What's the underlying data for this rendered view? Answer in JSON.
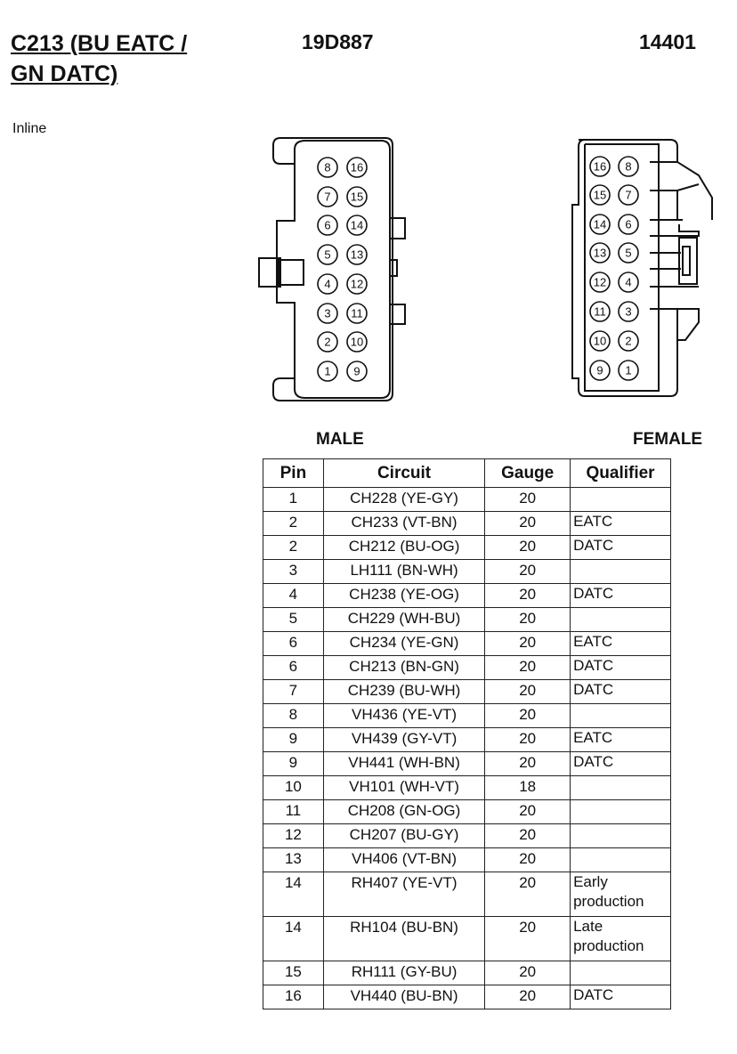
{
  "connector": {
    "title": "C213 (BU EATC / GN DATC)",
    "type": "Inline",
    "part_number_1": "19D887",
    "part_number_2": "14401"
  },
  "views": {
    "male_label": "MALE",
    "female_label": "FEMALE",
    "male_pins": [
      [
        "8",
        "16"
      ],
      [
        "7",
        "15"
      ],
      [
        "6",
        "14"
      ],
      [
        "5",
        "13"
      ],
      [
        "4",
        "12"
      ],
      [
        "3",
        "11"
      ],
      [
        "2",
        "10"
      ],
      [
        "1",
        "9"
      ]
    ],
    "female_pins": [
      [
        "16",
        "8"
      ],
      [
        "15",
        "7"
      ],
      [
        "14",
        "6"
      ],
      [
        "13",
        "5"
      ],
      [
        "12",
        "4"
      ],
      [
        "11",
        "3"
      ],
      [
        "10",
        "2"
      ],
      [
        "9",
        "1"
      ]
    ]
  },
  "table": {
    "headers": [
      "Pin",
      "Circuit",
      "Gauge",
      "Qualifier"
    ],
    "rows": [
      {
        "pin": "1",
        "circuit": "CH228 (YE-GY)",
        "gauge": "20",
        "qualifier": ""
      },
      {
        "pin": "2",
        "circuit": "CH233 (VT-BN)",
        "gauge": "20",
        "qualifier": "EATC"
      },
      {
        "pin": "2",
        "circuit": "CH212 (BU-OG)",
        "gauge": "20",
        "qualifier": "DATC"
      },
      {
        "pin": "3",
        "circuit": "LH111 (BN-WH)",
        "gauge": "20",
        "qualifier": ""
      },
      {
        "pin": "4",
        "circuit": "CH238 (YE-OG)",
        "gauge": "20",
        "qualifier": "DATC"
      },
      {
        "pin": "5",
        "circuit": "CH229 (WH-BU)",
        "gauge": "20",
        "qualifier": ""
      },
      {
        "pin": "6",
        "circuit": "CH234 (YE-GN)",
        "gauge": "20",
        "qualifier": "EATC"
      },
      {
        "pin": "6",
        "circuit": "CH213 (BN-GN)",
        "gauge": "20",
        "qualifier": "DATC"
      },
      {
        "pin": "7",
        "circuit": "CH239 (BU-WH)",
        "gauge": "20",
        "qualifier": "DATC"
      },
      {
        "pin": "8",
        "circuit": "VH436 (YE-VT)",
        "gauge": "20",
        "qualifier": ""
      },
      {
        "pin": "9",
        "circuit": "VH439 (GY-VT)",
        "gauge": "20",
        "qualifier": "EATC"
      },
      {
        "pin": "9",
        "circuit": "VH441 (WH-BN)",
        "gauge": "20",
        "qualifier": "DATC"
      },
      {
        "pin": "10",
        "circuit": "VH101 (WH-VT)",
        "gauge": "18",
        "qualifier": ""
      },
      {
        "pin": "11",
        "circuit": "CH208 (GN-OG)",
        "gauge": "20",
        "qualifier": ""
      },
      {
        "pin": "12",
        "circuit": "CH207 (BU-GY)",
        "gauge": "20",
        "qualifier": ""
      },
      {
        "pin": "13",
        "circuit": "VH406 (VT-BN)",
        "gauge": "20",
        "qualifier": ""
      },
      {
        "pin": "14",
        "circuit": "RH407 (YE-VT)",
        "gauge": "20",
        "qualifier": "Early production"
      },
      {
        "pin": "14",
        "circuit": "RH104 (BU-BN)",
        "gauge": "20",
        "qualifier": "Late production"
      },
      {
        "pin": "15",
        "circuit": "RH111 (GY-BU)",
        "gauge": "20",
        "qualifier": ""
      },
      {
        "pin": "16",
        "circuit": "VH440 (BU-BN)",
        "gauge": "20",
        "qualifier": "DATC"
      }
    ]
  }
}
